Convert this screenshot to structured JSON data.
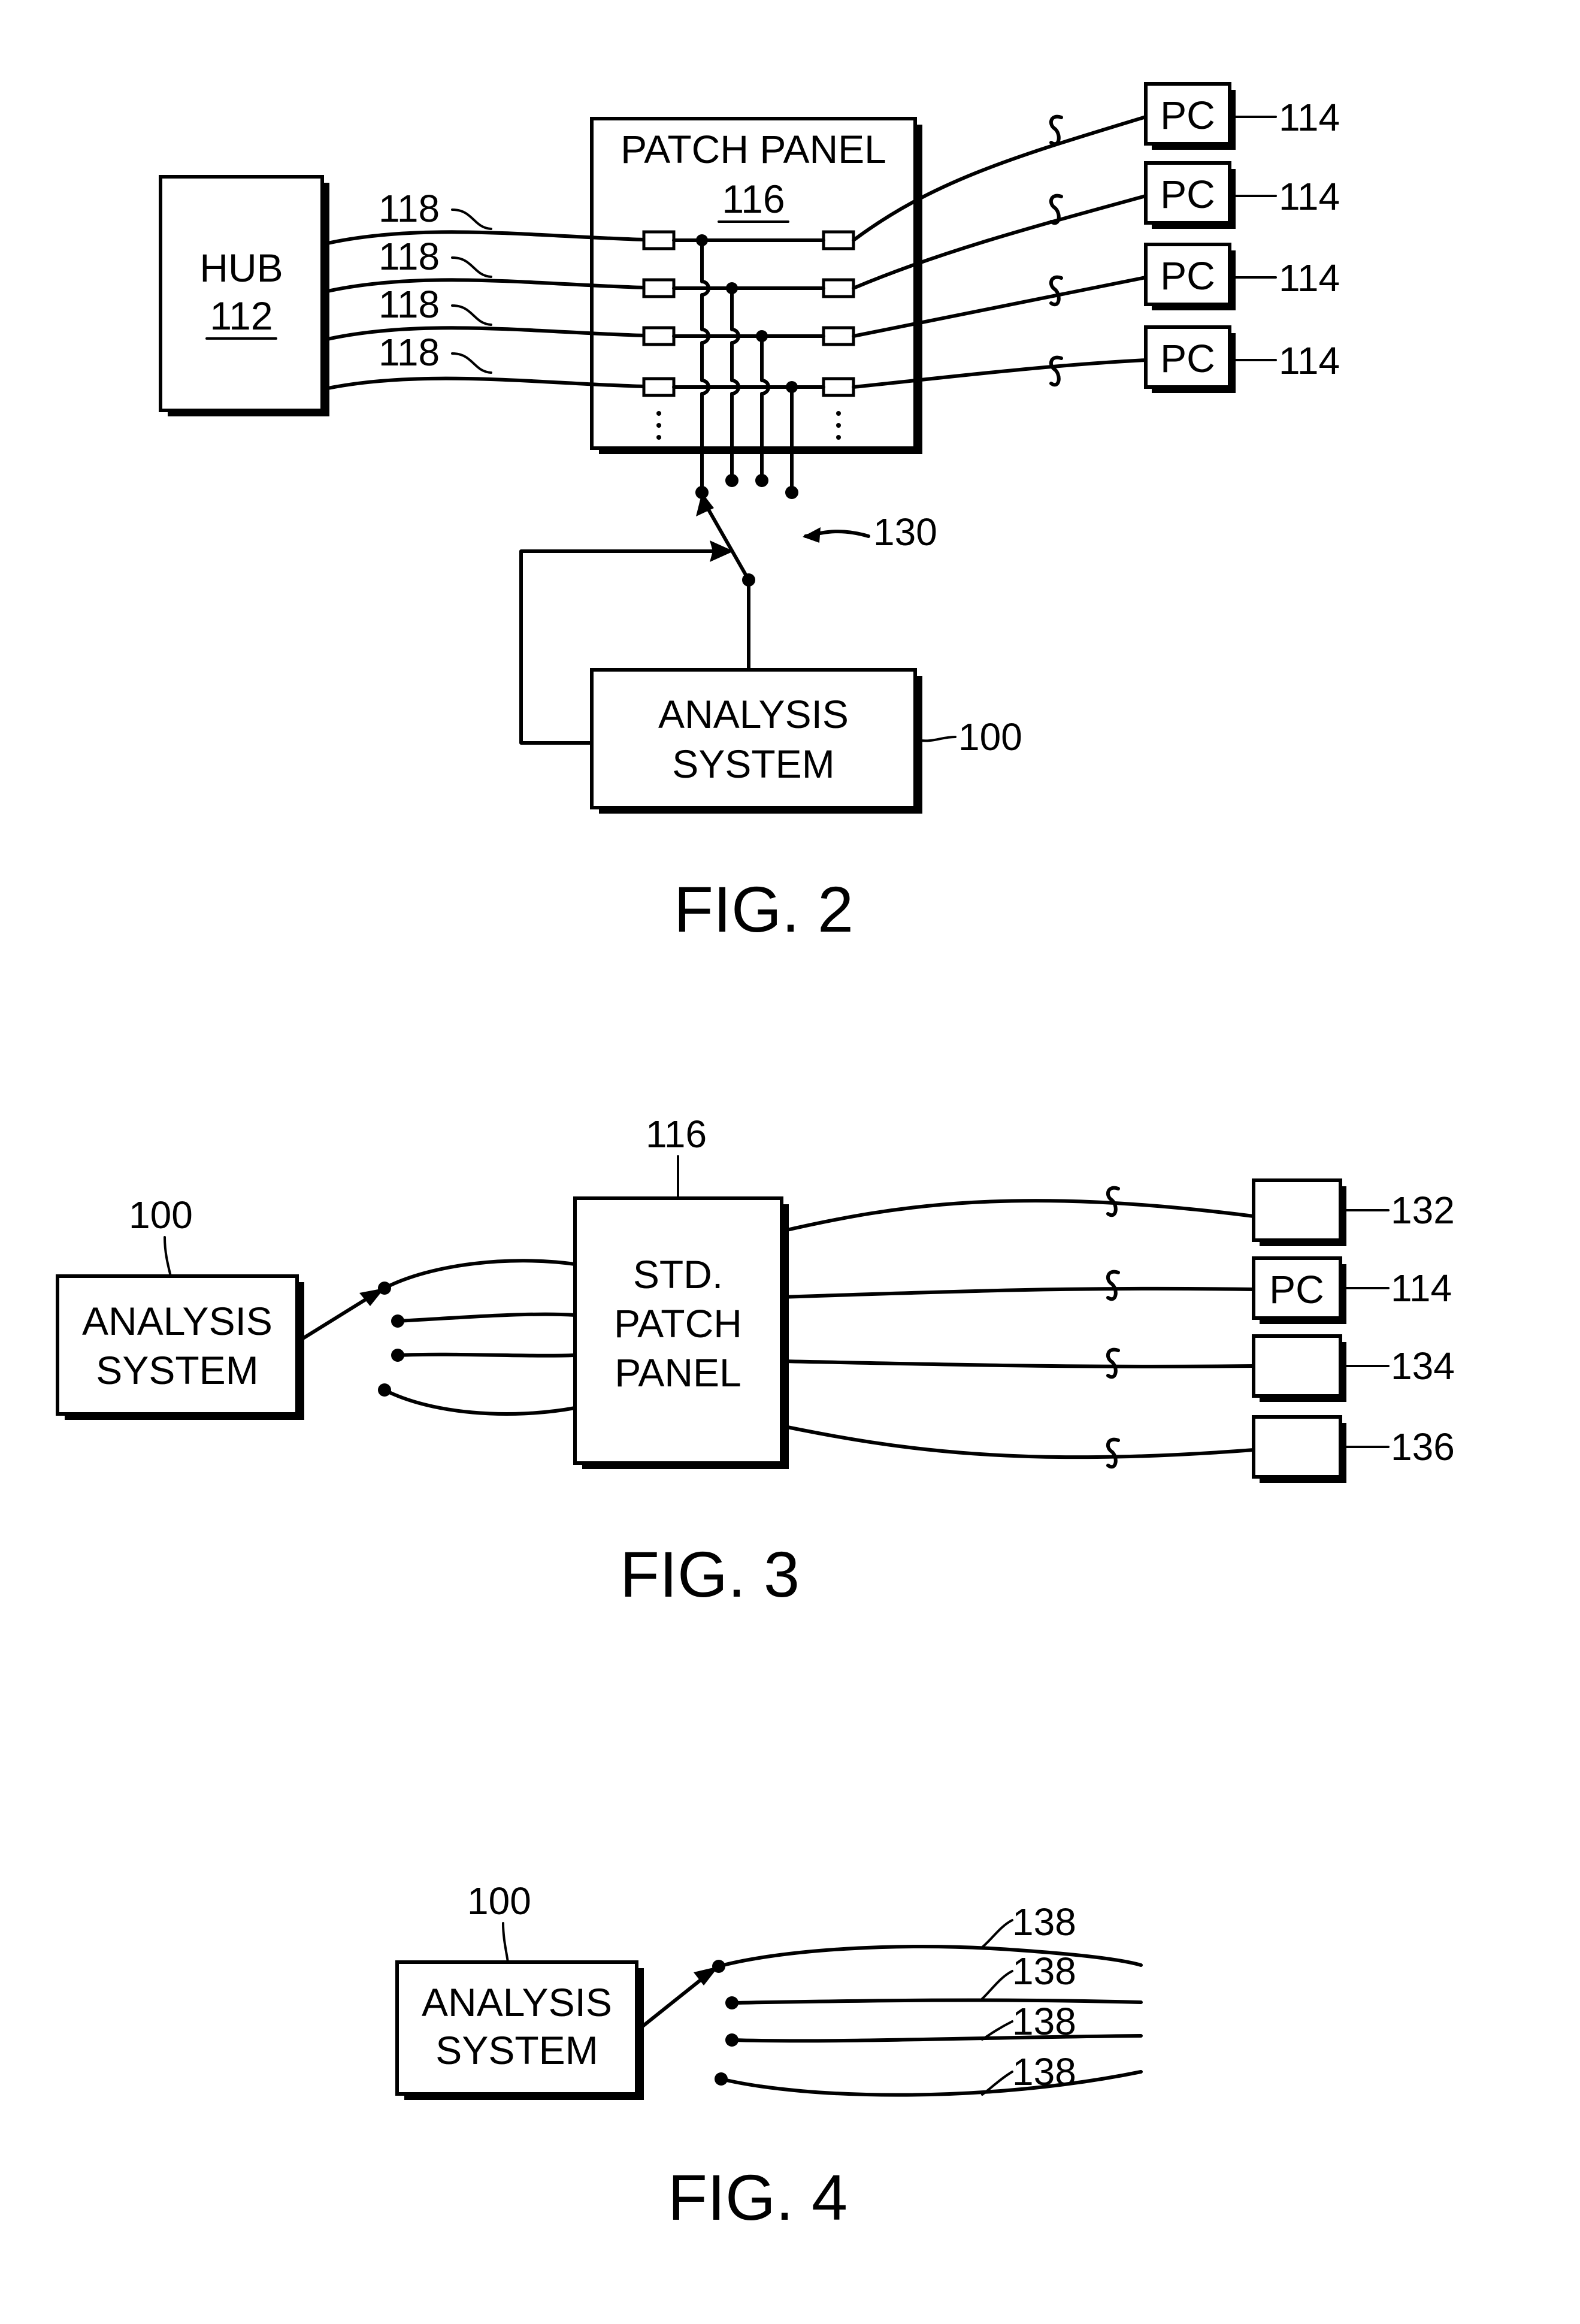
{
  "fig2": {
    "title": "FIG. 2",
    "hub": {
      "name": "HUB",
      "ref": "112"
    },
    "patch_panel": {
      "name": "PATCH PANEL",
      "ref": "116"
    },
    "pc_label": "PC",
    "pc_ref": "114",
    "cable_ref": "118",
    "switch_ref": "130",
    "analysis": {
      "line1": "ANALYSIS",
      "line2": "SYSTEM",
      "ref": "100"
    }
  },
  "fig3": {
    "title": "FIG. 3",
    "analysis": {
      "line1": "ANALYSIS",
      "line2": "SYSTEM",
      "ref": "100"
    },
    "patch_panel": {
      "line1": "STD.",
      "line2": "PATCH",
      "line3": "PANEL",
      "ref": "116"
    },
    "pc_label": "PC",
    "device_refs": [
      "132",
      "114",
      "134",
      "136"
    ]
  },
  "fig4": {
    "title": "FIG. 4",
    "analysis": {
      "line1": "ANALYSIS",
      "line2": "SYSTEM",
      "ref": "100"
    },
    "cable_ref": "138"
  }
}
